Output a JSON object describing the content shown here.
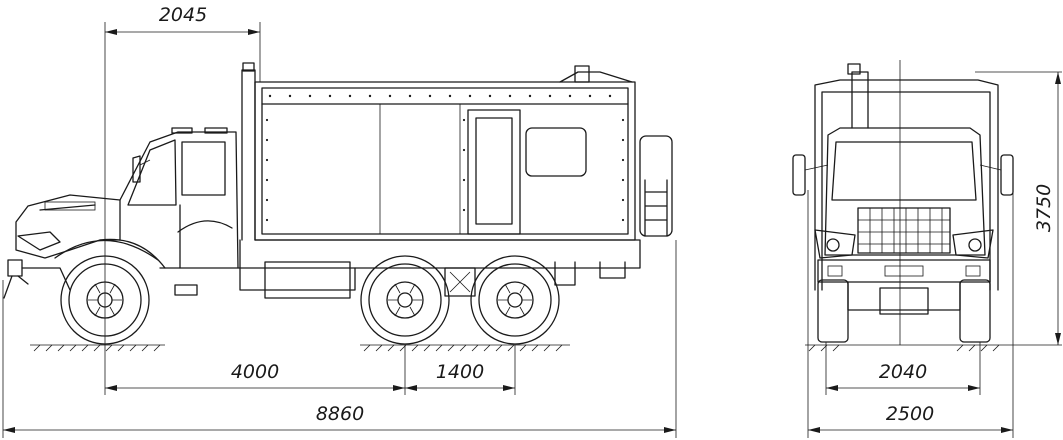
{
  "dimensions": {
    "side_overhang": "2045",
    "side_wheelbase_front": "4000",
    "side_wheelbase_rear": "1400",
    "side_length_total": "8860",
    "front_track": "2040",
    "front_width_total": "2500",
    "front_height_total": "3750"
  },
  "colors": {
    "line": "#1a1a1a",
    "background": "#ffffff"
  }
}
